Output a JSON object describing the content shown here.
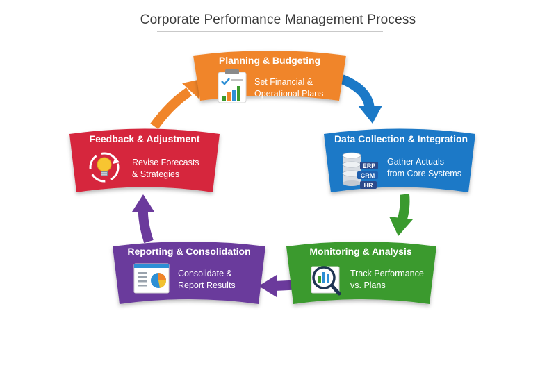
{
  "title": "Corporate Performance Management Process",
  "colors": {
    "orange": "#f0852a",
    "blue": "#1b79c7",
    "green": "#3a9a2e",
    "purple": "#6b3a9c",
    "red": "#d6283c"
  },
  "stages": [
    {
      "title": "Planning & Budgeting",
      "desc": [
        "Set Financial &",
        "Operational Plans"
      ],
      "icon": "clipboard-chart-icon",
      "color": "#f0852a"
    },
    {
      "title": "Data Collection & Integration",
      "desc": [
        "Gather Actuals",
        "from Core Systems"
      ],
      "icon": "database-icon",
      "tags": [
        "ERP",
        "CRM",
        "HR"
      ],
      "color": "#1b79c7"
    },
    {
      "title": "Monitoring & Analysis",
      "desc": [
        "Track Performance",
        "vs. Plans"
      ],
      "icon": "magnifier-chart-icon",
      "color": "#3a9a2e"
    },
    {
      "title": "Reporting & Consolidation",
      "desc": [
        "Consolidate &",
        "Report Results"
      ],
      "icon": "report-icon",
      "color": "#6b3a9c"
    },
    {
      "title": "Feedback & Adjustment",
      "desc": [
        "Revise Forecasts",
        "& Strategies"
      ],
      "icon": "lightbulb-refresh-icon",
      "color": "#d6283c"
    }
  ]
}
